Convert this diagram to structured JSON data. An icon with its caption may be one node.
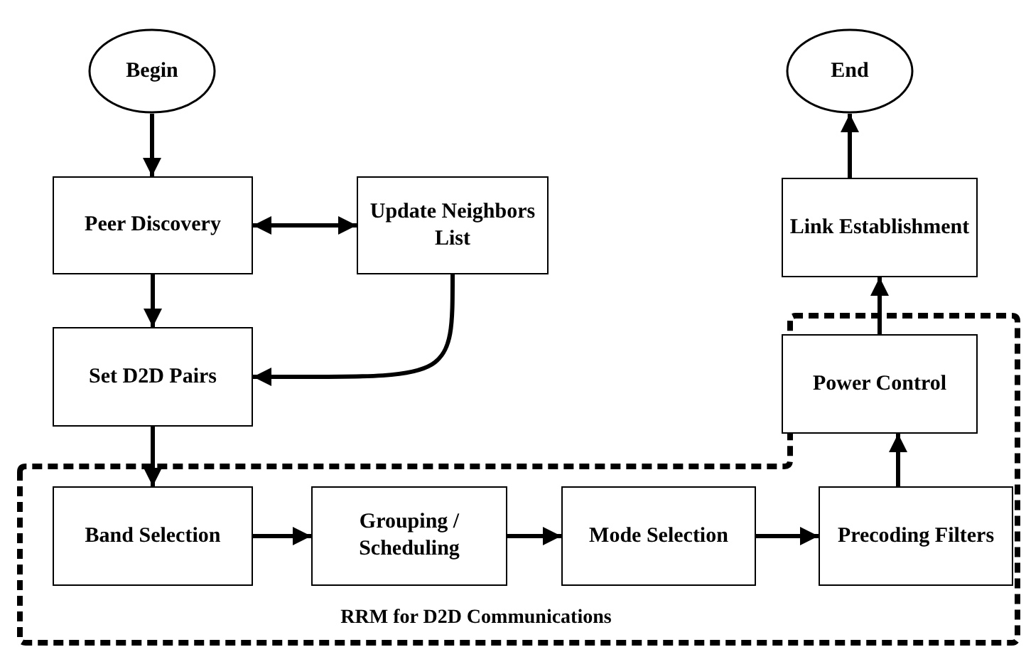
{
  "diagram": {
    "nodes": [
      {
        "text": [
          "Begin"
        ]
      },
      {
        "text": [
          "End"
        ]
      },
      {
        "text": [
          "Peer Discovery"
        ]
      },
      {
        "text": [
          "Update Neighbors List"
        ]
      },
      {
        "text": [
          "Link Establishment"
        ]
      },
      {
        "text": [
          "Set D2D Pairs"
        ]
      },
      {
        "text": [
          "RRM for D2D Communications"
        ]
      },
      {
        "text": [
          "Power Control"
        ],
        "in": 6
      },
      {
        "text": [
          "Band Selection"
        ],
        "in": 6
      },
      {
        "text": [
          "Grouping / Scheduling"
        ],
        "in": 6
      },
      {
        "text": [
          "Mode Selection"
        ],
        "in": 6
      },
      {
        "text": [
          "Precoding Filters"
        ],
        "in": 6
      }
    ],
    "edges": [
      {
        "from": 0,
        "to": 2,
        "arrow": "to"
      },
      {
        "from": 2,
        "to": 3,
        "arrow": "both"
      },
      {
        "from": 2,
        "to": 5,
        "arrow": "to"
      },
      {
        "from": 3,
        "to": 5,
        "arrow": "to"
      },
      {
        "from": 5,
        "to": 8,
        "arrow": "to"
      },
      {
        "from": 8,
        "to": 9,
        "arrow": "to"
      },
      {
        "from": 9,
        "to": 10,
        "arrow": "to"
      },
      {
        "from": 10,
        "to": 11,
        "arrow": "to"
      },
      {
        "from": 11,
        "to": 7,
        "arrow": "to"
      },
      {
        "from": 7,
        "to": 4,
        "arrow": "to"
      },
      {
        "from": 4,
        "to": 1,
        "arrow": "to"
      }
    ]
  }
}
